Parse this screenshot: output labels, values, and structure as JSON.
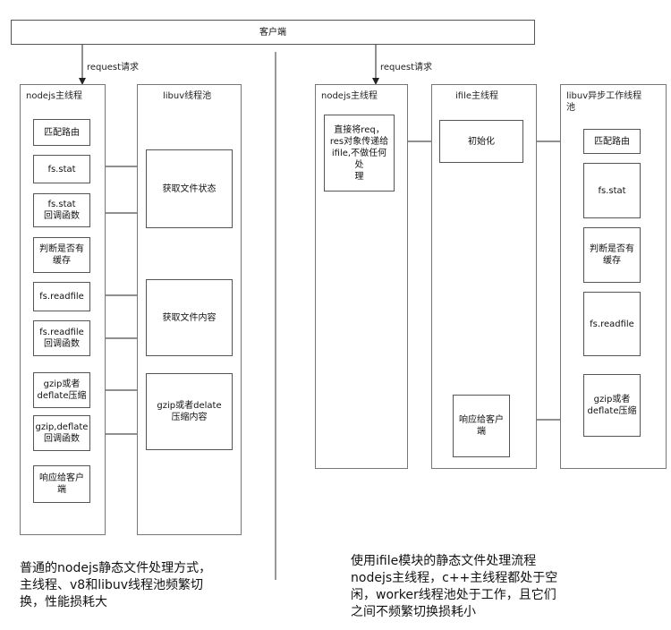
{
  "client": "客户端",
  "request_label": "request请求",
  "left": {
    "lane_main": "nodejs主线程",
    "lane_pool": "libuv线程池",
    "steps": [
      "匹配路由",
      "fs.stat",
      "fs.stat\n回调函数",
      "判断是否有\n缓存",
      "fs.readfile",
      "fs.readfile\n回调函数",
      "gzip或者\ndeflate压缩",
      "gzip,deflate\n回调函数",
      "响应给客户\n端"
    ],
    "pool_tasks": [
      "获取文件状态",
      "获取文件内容",
      "gzip或者delate\n压缩内容"
    ],
    "caption": "普通的nodejs静态文件处理方式，\n主线程、v8和libuv线程池频繁切\n换，性能损耗大"
  },
  "right": {
    "lane_main": "nodejs主线程",
    "lane_ifile": "ifile主线程",
    "lane_pool": "libuv异步工作线程\n池",
    "main_box": "直接将req，\nres对象传递给\nifile,不做任何处\n理",
    "init_box": "初始化",
    "respond_box": "响应给客户\n端",
    "pool_steps": [
      "匹配路由",
      "fs.stat",
      "判断是否有\n缓存",
      "fs.readfile",
      "gzip或者\ndeflate压缩"
    ],
    "caption": "使用ifile模块的静态文件处理流程\nnodejs主线程，c++主线程都处于空\n闲，worker线程池处于工作，且它们\n之间不频繁切换损耗小"
  }
}
